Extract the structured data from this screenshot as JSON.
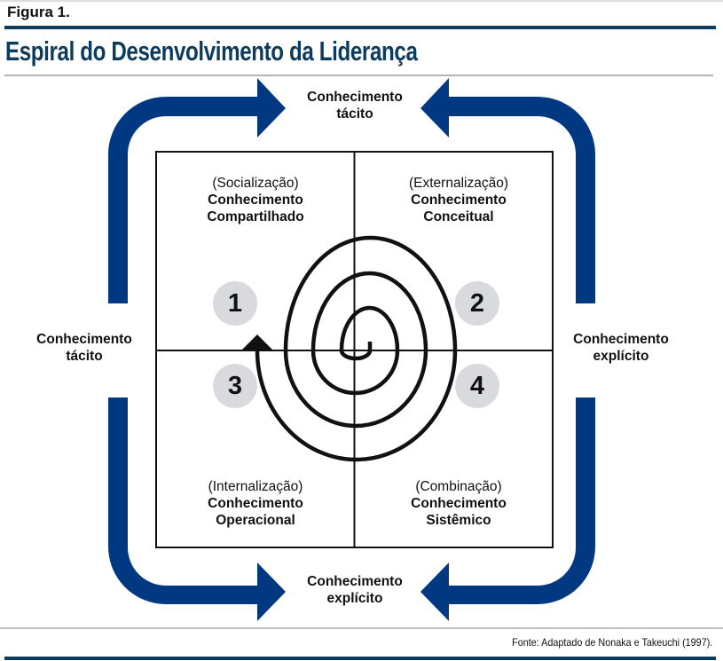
{
  "header": {
    "figure_label": "Figura 1.",
    "title": "Espiral do Desenvolvimento da Liderança"
  },
  "outer_labels": {
    "top": {
      "line1": "Conhecimento",
      "line2": "tácito"
    },
    "left": {
      "line1": "Conhecimento",
      "line2": "tácito"
    },
    "right": {
      "line1": "Conhecimento",
      "line2": "explícito"
    },
    "bottom": {
      "line1": "Conhecimento",
      "line2": "explícito"
    }
  },
  "quadrants": [
    {
      "number": "1",
      "mode": "(Socialização)",
      "line1": "Conhecimento",
      "line2": "Compartilhado"
    },
    {
      "number": "2",
      "mode": "(Externalização)",
      "line1": "Conhecimento",
      "line2": "Conceitual"
    },
    {
      "number": "3",
      "mode": "(Internalização)",
      "line1": "Conhecimento",
      "line2": "Operacional"
    },
    {
      "number": "4",
      "mode": "(Combinação)",
      "line1": "Conhecimento",
      "line2": "Sistêmico"
    }
  ],
  "source": "Fonte: Adaptado de Nonaka e Takeuchi (1997).",
  "colors": {
    "arrow_blue": "#003882",
    "title_blue": "#0d3b5e",
    "circle_gray": "#d9dadd"
  }
}
